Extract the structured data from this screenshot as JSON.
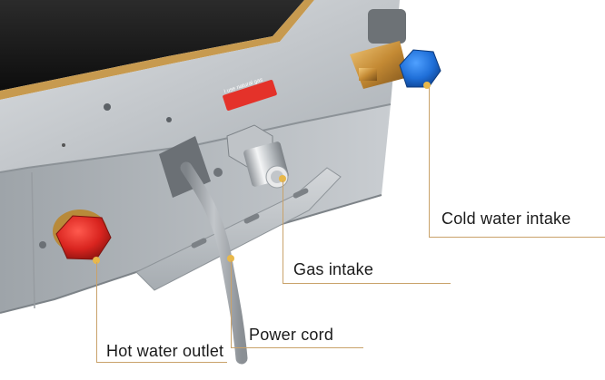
{
  "callouts": {
    "cold_water": "Cold water intake",
    "gas": "Gas intake",
    "power": "Power cord",
    "hot_water": "Hot water outlet"
  },
  "sticker_text": "I use natural gas",
  "colors": {
    "guide_line": "#c9a26a",
    "marker_dot": "#e8b84a",
    "hot_cap": "#d9241f",
    "cold_cap": "#1f6fd8",
    "sticker": "#e4322a",
    "body": "#c7cbcf"
  }
}
